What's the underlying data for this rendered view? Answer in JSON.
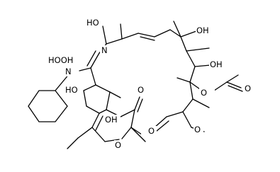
{
  "colors": {
    "background": "#ffffff",
    "bond": "#000000",
    "text": "#000000"
  },
  "atom_labels": {
    "oh_top": "HO",
    "n_imine": "N",
    "hooh_left": "HOOH",
    "n_hn": "N",
    "oh_left_mid": "HO",
    "o_ketone": "O",
    "oh_mid": "OH",
    "o_ring": "O",
    "o_ether_bridge": "O",
    "oh_right_top": "OH",
    "oh_right_mid": "OH",
    "o_acetyl": "O",
    "o_acetoxy": "O",
    "o_methoxy": "O"
  }
}
